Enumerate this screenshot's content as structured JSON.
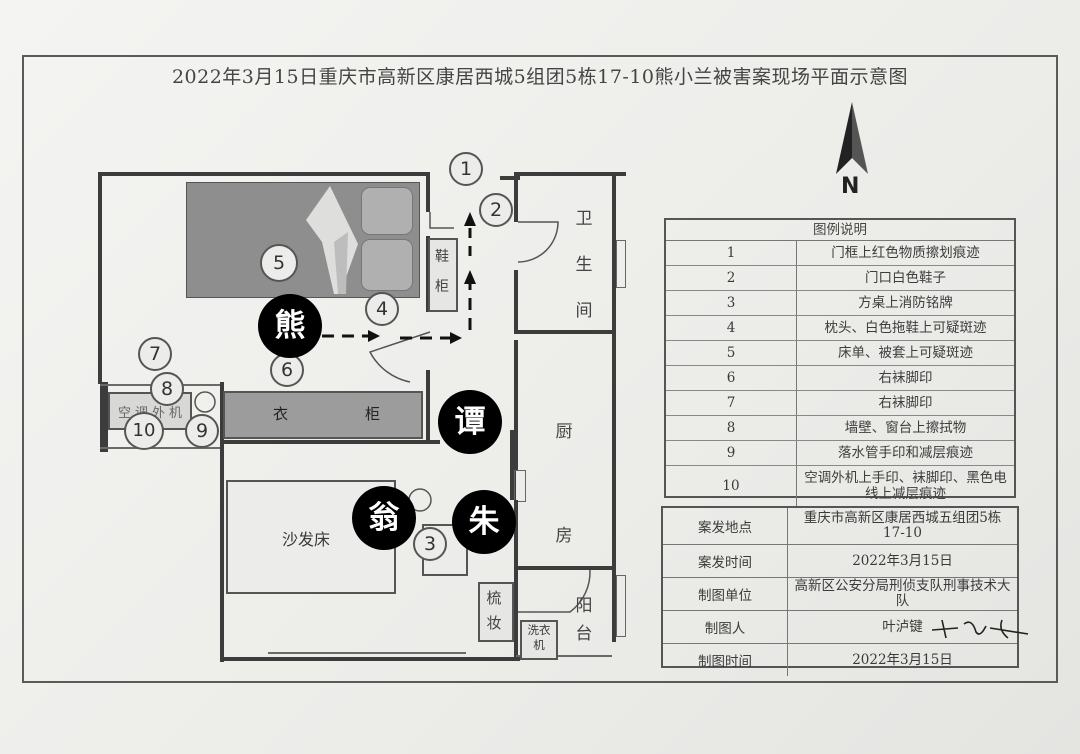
{
  "title": "2022年3月15日重庆市高新区康居西城5组团5栋17-10熊小兰被害案现场平面示意图",
  "north_label": "N",
  "rooms": {
    "bathroom": "卫生间",
    "kitchen": "厨房",
    "balcony": "阳台",
    "wardrobe_1": "衣",
    "wardrobe_2": "柜",
    "sofa_bed": "沙发床",
    "shoe_cabinet": "鞋柜",
    "dresser": "梳妆",
    "washer": "洗衣机",
    "ac_unit": "空调外机"
  },
  "markers": [
    "1",
    "2",
    "3",
    "4",
    "5",
    "6",
    "7",
    "8",
    "9",
    "10"
  ],
  "persons": {
    "xiong": "熊",
    "tan": "谭",
    "weng": "翁",
    "zhu": "朱"
  },
  "legend": {
    "header": "图例说明",
    "items": [
      {
        "num": "1",
        "desc": "门框上红色物质擦划痕迹"
      },
      {
        "num": "2",
        "desc": "门口白色鞋子"
      },
      {
        "num": "3",
        "desc": "方桌上消防铭牌"
      },
      {
        "num": "4",
        "desc": "枕头、白色拖鞋上可疑斑迹"
      },
      {
        "num": "5",
        "desc": "床单、被套上可疑斑迹"
      },
      {
        "num": "6",
        "desc": "右袜脚印"
      },
      {
        "num": "7",
        "desc": "右袜脚印"
      },
      {
        "num": "8",
        "desc": "墙壁、窗台上擦拭物"
      },
      {
        "num": "9",
        "desc": "落水管手印和减层痕迹"
      },
      {
        "num": "10",
        "desc": "空调外机上手印、袜脚印、黑色电线上减层痕迹"
      }
    ]
  },
  "info": [
    {
      "key": "案发地点",
      "value": "重庆市高新区康居西城五组团5栋17-10"
    },
    {
      "key": "案发时间",
      "value": "2022年3月15日"
    },
    {
      "key": "制图单位",
      "value": "高新区公安分局刑侦支队刑事技术大队"
    },
    {
      "key": "制图人",
      "value": "叶泸键"
    },
    {
      "key": "制图时间",
      "value": "2022年3月15日"
    }
  ]
}
